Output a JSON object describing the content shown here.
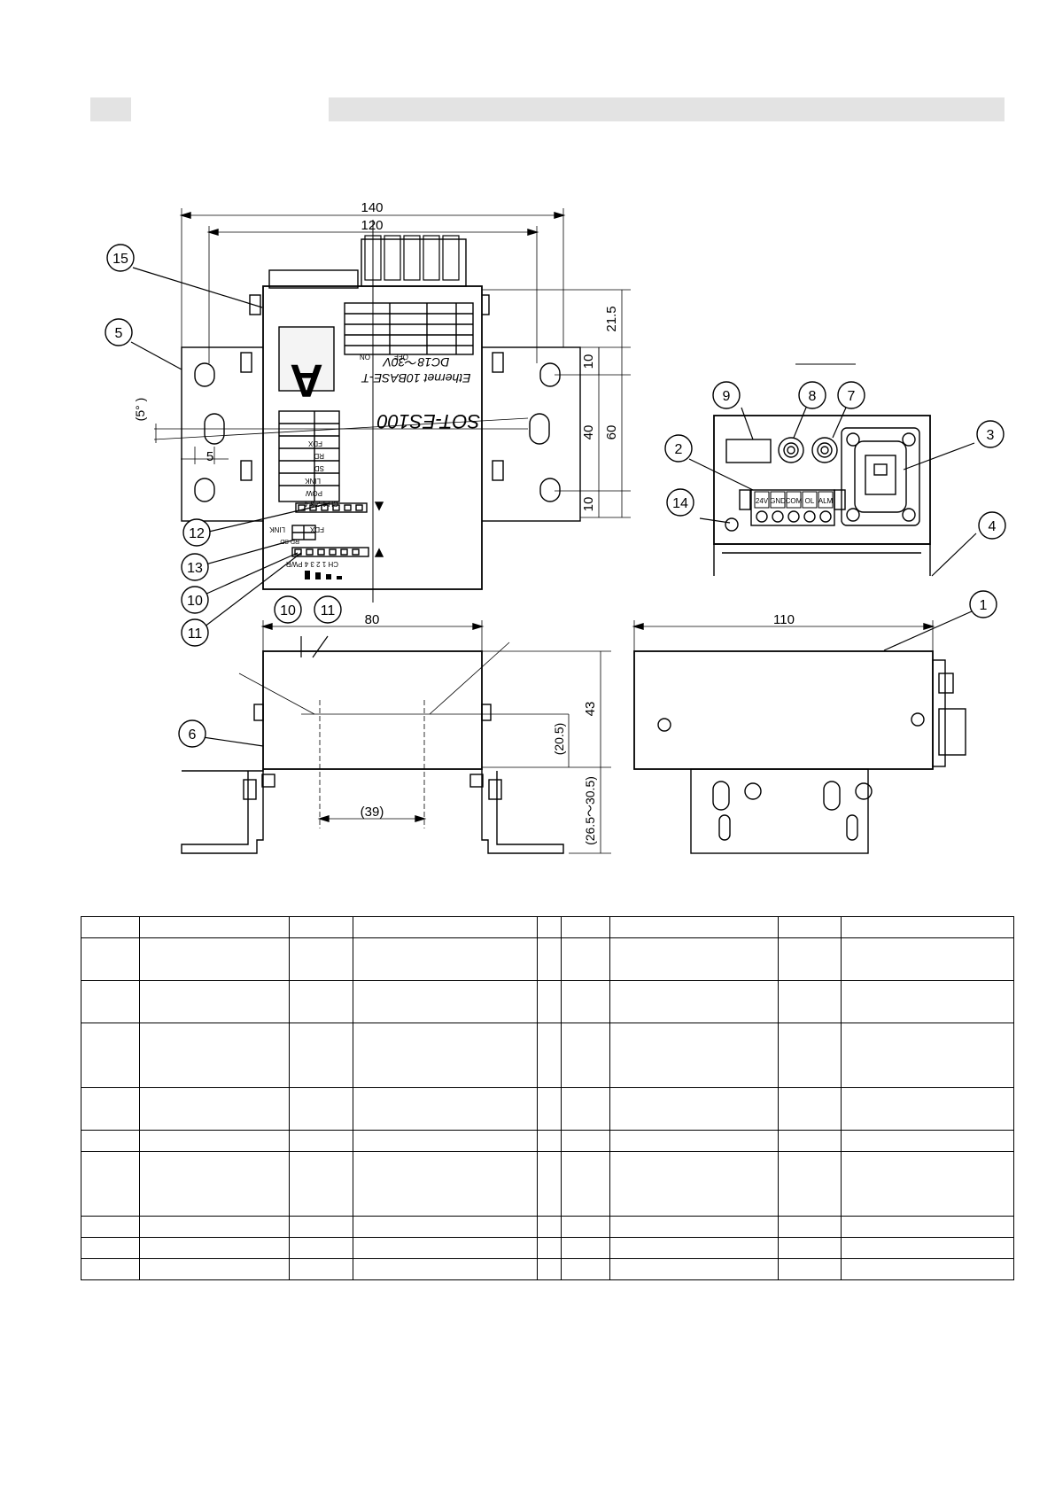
{
  "header": {
    "left_box": "",
    "right_box": ""
  },
  "dimensions": {
    "d140": "140",
    "d120": "120",
    "d21_5": "21.5",
    "d10a": "10",
    "d10b": "10",
    "d40": "40",
    "d60": "60",
    "d5": "5",
    "angle": "(5°  )",
    "d80": "80",
    "d43": "43",
    "d20_5": "(20.5)",
    "d26_5": "(26.5～30.5)",
    "d39": "(39)",
    "d110": "110"
  },
  "callouts": {
    "c1": "1",
    "c2": "2",
    "c3": "3",
    "c4": "4",
    "c5": "5",
    "c6": "6",
    "c7": "7",
    "c8": "8",
    "c9": "9",
    "c10a": "10",
    "c10b": "10",
    "c11a": "11",
    "c11b": "11",
    "c12": "12",
    "c13": "13",
    "c14": "14",
    "c15": "15"
  },
  "device": {
    "logo_letter": "A",
    "model": "SOT-ES100",
    "spec_eth": "Ethernet  10BASE-T",
    "spec_dc": "DC18～30V",
    "sw_on": "ON",
    "sw_off": "OFF",
    "led_pow": "POW",
    "led_link": "LINK",
    "led_sd": "SD",
    "led_rd": "RD",
    "led_fdx": "FDX",
    "ch_top": "CH  1  2  3  4",
    "ch_bot": "CH  1  2  3  4  PWR",
    "fdx_lbl": "FDX",
    "link_lbl": "LINK",
    "rd_lbl": "RD",
    "sd_lbl": "SD"
  },
  "terminal_labels": [
    "24V",
    "GND",
    "COM",
    "OL",
    "ALM"
  ],
  "table": {
    "rows": [
      [
        "",
        "",
        "",
        "",
        "",
        "",
        "",
        "",
        ""
      ],
      [
        "",
        "",
        "",
        "",
        "",
        "",
        "",
        "",
        ""
      ],
      [
        "",
        "",
        "",
        "",
        "",
        "",
        "",
        "",
        ""
      ],
      [
        "",
        "",
        "",
        "",
        "",
        "",
        "",
        "",
        ""
      ],
      [
        "",
        "",
        "",
        "",
        "",
        "",
        "",
        "",
        ""
      ],
      [
        "",
        "",
        "",
        "",
        "",
        "",
        "",
        "",
        ""
      ],
      [
        "",
        "",
        "",
        "",
        "",
        "",
        "",
        "",
        ""
      ],
      [
        "",
        "",
        "",
        "",
        "",
        "",
        "",
        "",
        ""
      ],
      [
        "",
        "",
        "",
        "",
        "",
        "",
        "",
        "",
        ""
      ],
      [
        "",
        "",
        "",
        "",
        "",
        "",
        "",
        "",
        ""
      ]
    ]
  }
}
